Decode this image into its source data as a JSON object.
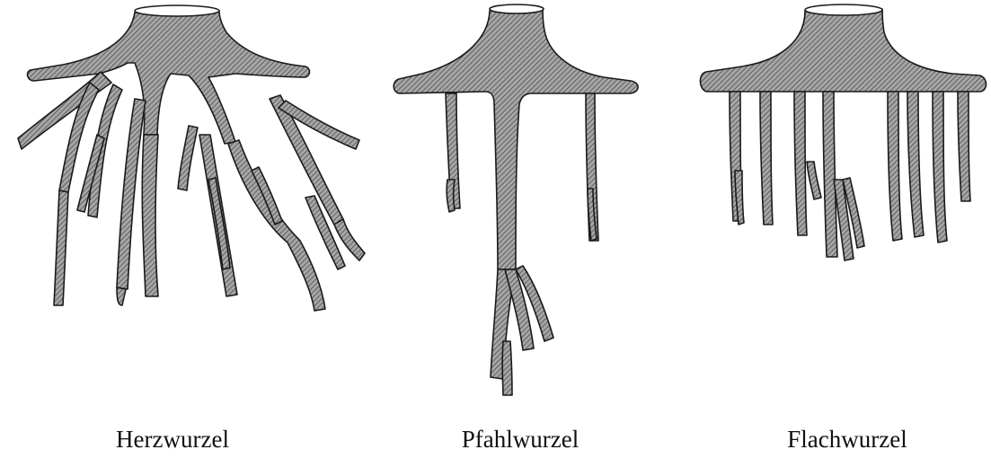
{
  "captions": {
    "herzwurzel": "Herzwurzel",
    "pfahlwurzel": "Pfahlwurzel",
    "flachwurzel": "Flachwurzel"
  },
  "colors": {
    "fill": "#9a9a9a",
    "stroke": "#1a1a1a",
    "hatch": "#2a2a2a",
    "background": "#ffffff"
  }
}
